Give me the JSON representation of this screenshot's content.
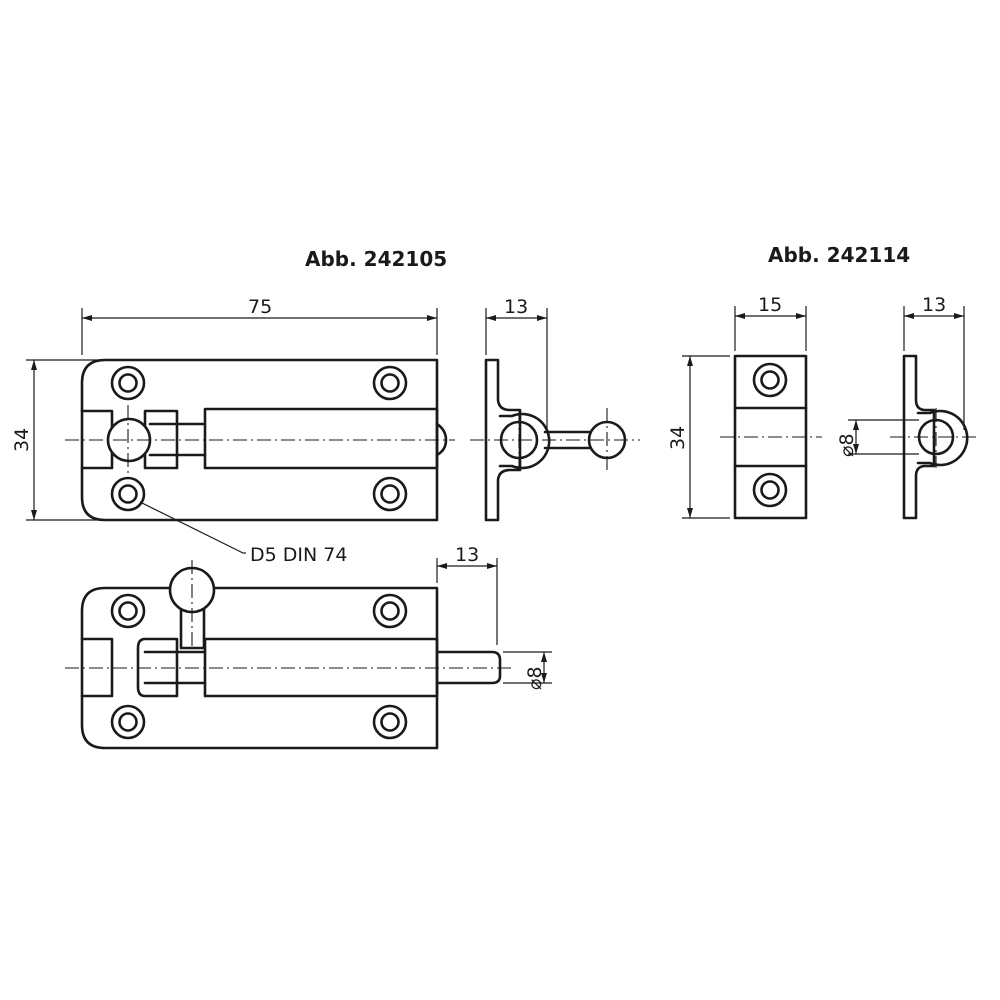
{
  "figures": {
    "left_title": "Abb. 242105",
    "right_title": "Abb. 242114"
  },
  "dimensions": {
    "length": "75",
    "height": "34",
    "side_width": "13",
    "bolt_projection": "13",
    "bolt_diameter": "⌀8",
    "keeper_width": "15",
    "keeper_height": "34",
    "keeper_side_width": "13",
    "keeper_hole_diameter": "⌀8"
  },
  "annotations": {
    "screw_callout": "D5 DIN 74"
  }
}
